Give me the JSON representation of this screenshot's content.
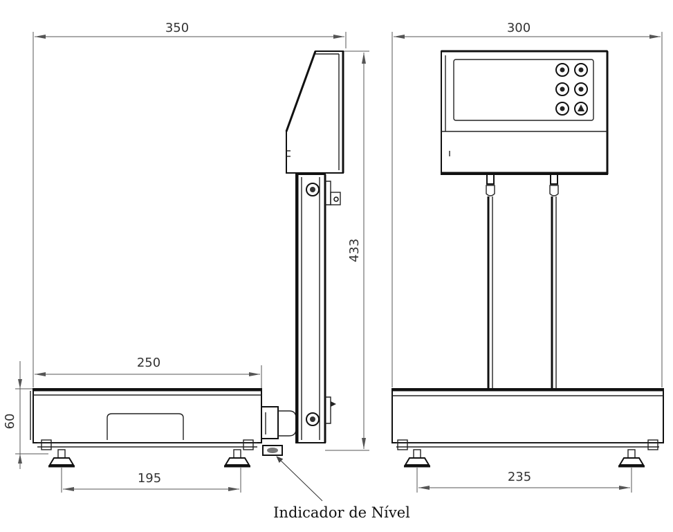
{
  "dimensions": {
    "overall_depth": "350",
    "overall_width": "300",
    "height": "433",
    "platform_depth": "250",
    "base_height": "60",
    "foot_spacing_side": "195",
    "foot_spacing_front": "235"
  },
  "annotation": {
    "level_indicator": "Indicador de Nível"
  }
}
